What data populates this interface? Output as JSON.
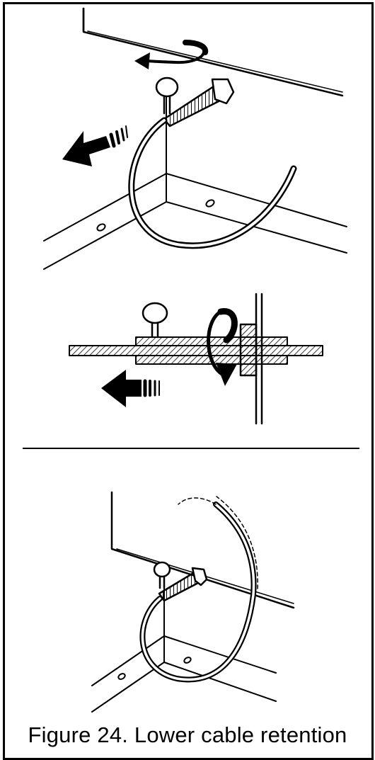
{
  "figure": {
    "caption": "Figure 24. Lower cable retention",
    "colors": {
      "line": "#000000",
      "background": "#ffffff"
    },
    "panels": [
      {
        "name": "remove-thumbscrew-and-cable"
      },
      {
        "name": "cross-section-unscrew"
      },
      {
        "name": "cable-coiled-and-retained"
      }
    ]
  }
}
